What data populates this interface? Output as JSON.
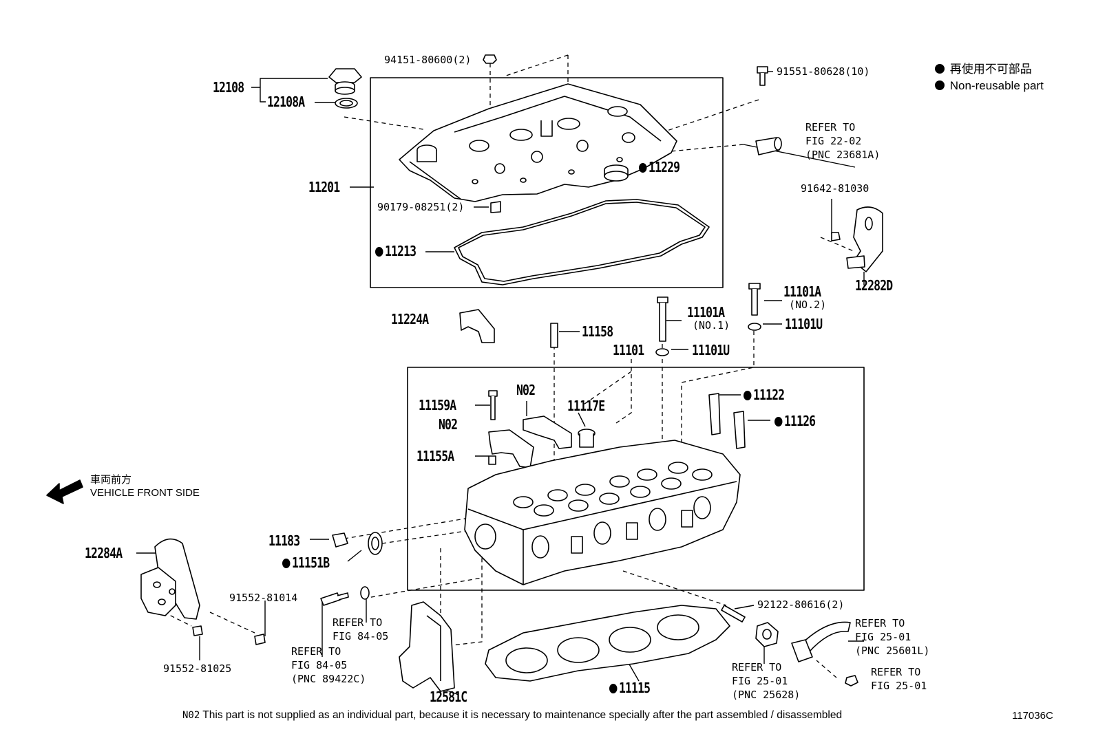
{
  "legend": {
    "line1": "再使用不可部品",
    "line2": "Non-reusable part"
  },
  "direction": {
    "jp": "車両前方",
    "en": "VEHICLE FRONT SIDE"
  },
  "parts": {
    "p94151": "94151-80600(2)",
    "p91551": "91551-80628(10)",
    "p12108": "12108",
    "p12108A": "12108A",
    "p11201": "11201",
    "p11229": "11229",
    "p90179": "90179-08251(2)",
    "p11213": "11213",
    "p91642": "91642-81030",
    "p12282D": "12282D",
    "p11224A": "11224A",
    "p11158": "11158",
    "p11101A_1": "11101A",
    "p11101A_1_sub": "(NO.1)",
    "p11101A_2": "11101A",
    "p11101A_2_sub": "(NO.2)",
    "p11101U_a": "11101U",
    "p11101U_b": "11101U",
    "p11101": "11101",
    "p11159A": "11159A",
    "pN02_a": "N02",
    "pN02_b": "N02",
    "p11117E": "11117E",
    "p11122": "11122",
    "p11126": "11126",
    "p11155A": "11155A",
    "p11183": "11183",
    "p11151B": "11151B",
    "p12284A": "12284A",
    "p91552_81014": "91552-81014",
    "p91552_81025": "91552-81025",
    "p92122": "92122-80616(2)",
    "p11115": "11115",
    "p12581C": "12581C"
  },
  "refers": {
    "r1": "REFER TO\nFIG 22-02\n(PNC 23681A)",
    "r2": "REFER TO\nFIG 84-05",
    "r3": "REFER TO\nFIG 84-05\n(PNC 89422C)",
    "r4": "REFER TO\nFIG 25-01\n(PNC 25628)",
    "r5": "REFER TO\nFIG 25-01\n(PNC 25601L)",
    "r6": "REFER TO\nFIG 25-01"
  },
  "footer": {
    "note_code": "N02",
    "note_text": "This part is not supplied as an individual part, because it is necessary to maintenance specially after the part assembled / disassembled",
    "fig_code": "117036C"
  },
  "colors": {
    "ink": "#000000",
    "fill": "#ffffff"
  }
}
